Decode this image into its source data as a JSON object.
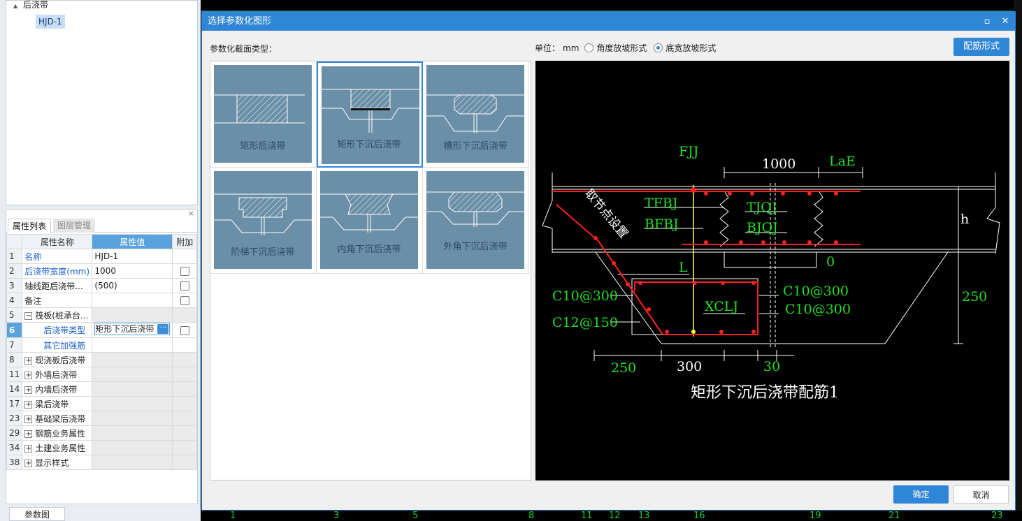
{
  "tree": {
    "parent": "后浇带",
    "child": "HJD-1"
  },
  "props": {
    "tab_active": "属性列表",
    "tab_inactive": "图层管理",
    "col_name": "属性名称",
    "col_value": "属性值",
    "col_extra": "附加",
    "rows": [
      {
        "n": "1",
        "name": "名称",
        "value": "HJD-1"
      },
      {
        "n": "2",
        "name": "后浇带宽度(mm)",
        "value": "1000"
      },
      {
        "n": "3",
        "name": "轴线距后浇带...",
        "value": "(500)"
      },
      {
        "n": "4",
        "name": "备注",
        "value": ""
      },
      {
        "n": "5",
        "name": "筏板(桩承台...",
        "value": ""
      },
      {
        "n": "6",
        "name": "后浇带类型",
        "value": "矩形下沉后浇带"
      },
      {
        "n": "7",
        "name": "其它加强筋",
        "value": ""
      },
      {
        "n": "8",
        "name": "现浇板后浇带",
        "value": ""
      },
      {
        "n": "11",
        "name": "外墙后浇带",
        "value": ""
      },
      {
        "n": "14",
        "name": "内墙后浇带",
        "value": ""
      },
      {
        "n": "17",
        "name": "梁后浇带",
        "value": ""
      },
      {
        "n": "23",
        "name": "基础梁后浇带",
        "value": ""
      },
      {
        "n": "29",
        "name": "钢筋业务属性",
        "value": ""
      },
      {
        "n": "34",
        "name": "土建业务属性",
        "value": ""
      },
      {
        "n": "38",
        "name": "显示样式",
        "value": ""
      }
    ],
    "bottom_tab": "参数图",
    "close": "×"
  },
  "axis_numbers": [
    "1",
    "3",
    "5",
    "8",
    "11",
    "12",
    "13",
    "16",
    "19",
    "21",
    "23"
  ],
  "dialog": {
    "title": "选择参数化图形",
    "section_label": "参数化截面类型：",
    "unit_label": "单位：",
    "unit_value": "mm",
    "radio_angle": "角度放坡形式",
    "radio_width": "底宽放坡形式",
    "rebar_button": "配筋形式",
    "ok": "确定",
    "cancel": "取消",
    "shapes": [
      "矩形后浇带",
      "矩形下沉后浇带",
      "槽形下沉后浇带",
      "阶梯下沉后浇带",
      "内角下沉后浇带",
      "外角下沉后浇带"
    ],
    "selected_shape": 1
  },
  "drawing": {
    "labels": {
      "fjj": "FJJ",
      "w1000": "1000",
      "lae": "LaE",
      "tfbj": "TFBJ",
      "tjqj": "TJQJ",
      "bfbj": "BFBJ",
      "bjqj": "BJQJ",
      "h": "h",
      "l": "L",
      "zero": "0",
      "point": "取节点设置",
      "c10a": "C10@300",
      "c10b": "C10@300",
      "c10c": "C10@300",
      "c12": "C12@150",
      "xclj": "XCLJ",
      "d250v": "250",
      "d250": "250",
      "d300": "300",
      "d30": "30",
      "caption": "矩形下沉后浇带配筋1"
    },
    "colors": {
      "label": "#20e020",
      "rebar": "#ff2020",
      "line": "#ffffff",
      "axis": "#ffff40"
    }
  }
}
